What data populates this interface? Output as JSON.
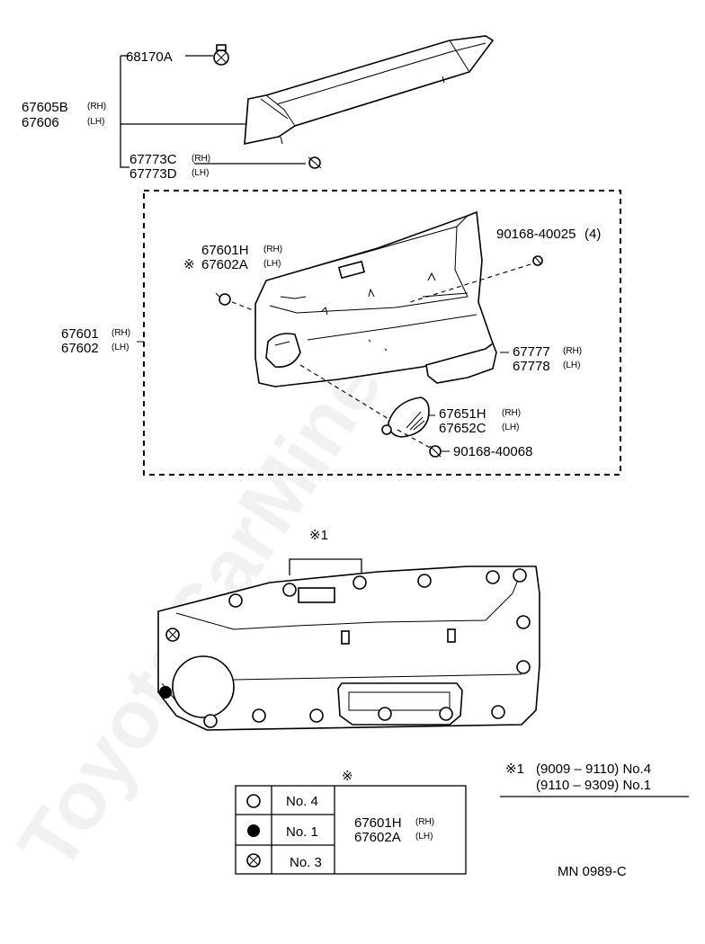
{
  "watermark": "ToyotaCarMine.ru",
  "parts": {
    "clip_top": "68170A",
    "garnish_rh": "67605B",
    "garnish_lh": "67606",
    "clip_lower_rh": "67773C",
    "clip_lower_lh": "67773D",
    "screw_right": "90168-40025",
    "screw_right_qty": "(4)",
    "pin_rh": "67601H",
    "pin_lh": "67602A",
    "panel_rh": "67601",
    "panel_lh": "67602",
    "pull_rh": "67777",
    "pull_lh": "67778",
    "cover_rh": "67651H",
    "cover_lh": "67652C",
    "screw_bottom": "90168-40068"
  },
  "side": {
    "rh": "(RH)",
    "lh": "(LH)"
  },
  "reference_mark": "※",
  "detail_label": "※1",
  "legend_table": {
    "header": "※",
    "rows": [
      {
        "symbol": "○",
        "label": "No. 4"
      },
      {
        "symbol": "●",
        "label": "No. 1"
      },
      {
        "symbol": "⊗",
        "label": "No. 3"
      }
    ],
    "part_rh": "67601H",
    "part_lh": "67602A"
  },
  "applicability": {
    "prefix": "※1",
    "line1": "(9009 – 9110) No.4",
    "line2": "(9110 – 9309) No.1"
  },
  "diagram_code": "MN 0989-C"
}
